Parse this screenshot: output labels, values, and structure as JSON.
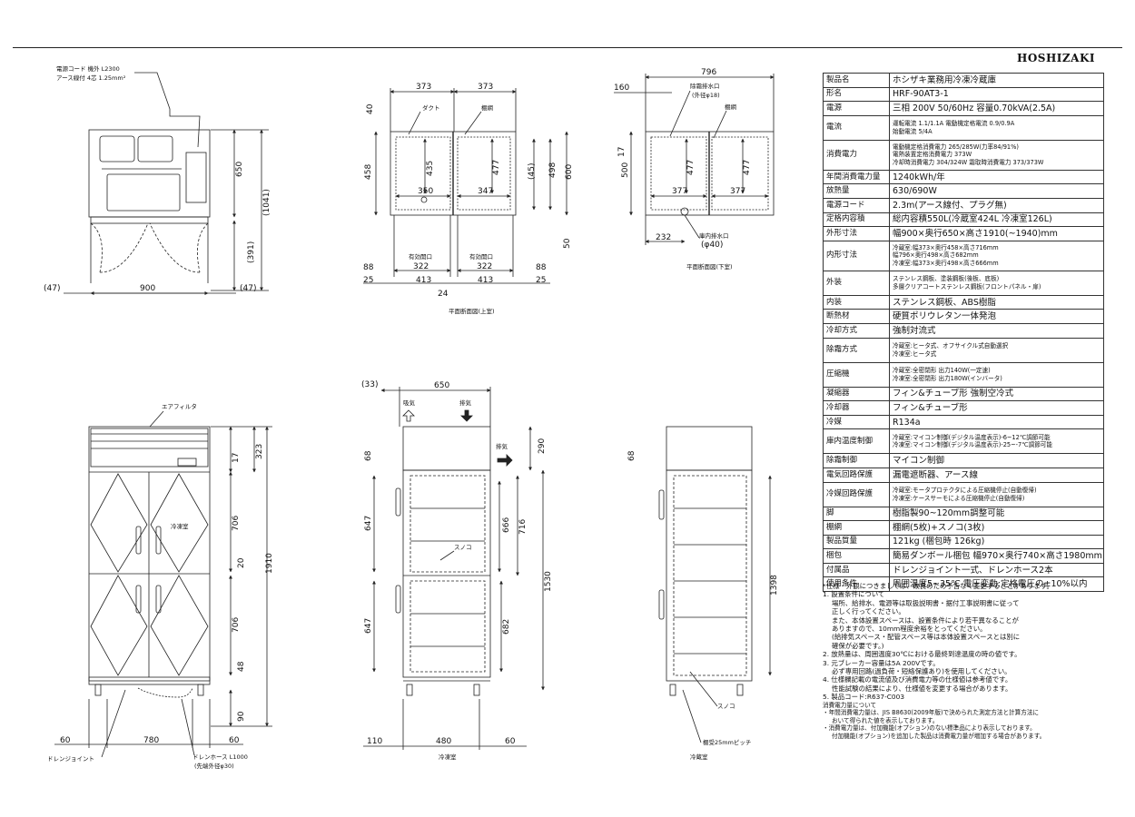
{
  "brand": "HOSHIZAKI",
  "spec_rows": [
    {
      "k": "製品名",
      "v": [
        "ホシザキ業務用冷凍冷蔵庫"
      ]
    },
    {
      "k": "形名",
      "v": [
        "HRF-90AT3-1"
      ]
    },
    {
      "k": "電源",
      "v": [
        "三相 200V 50/60Hz 容量0.70kVA(2.5A)"
      ]
    },
    {
      "k": "電流",
      "v": [
        "運転電流 1.1/1.1A 電動機定格電流 0.9/0.9A",
        "始動電流 5/4A"
      ]
    },
    {
      "k": "消費電力",
      "v": [
        "電動機定格消費電力 265/285W(力率84/91%)",
        "電熱装置定格消費電力 373W",
        "冷却時消費電力 304/324W 霜取時消費電力 373/373W"
      ]
    },
    {
      "k": "年間消費電力量",
      "v": [
        "1240kWh/年"
      ]
    },
    {
      "k": "放熱量",
      "v": [
        "630/690W"
      ]
    },
    {
      "k": "電源コード",
      "v": [
        "2.3m(アース線付、プラグ無)"
      ]
    },
    {
      "k": "定格内容積",
      "v": [
        "総内容積550L(冷蔵室424L 冷凍室126L)"
      ]
    },
    {
      "k": "外形寸法",
      "v": [
        "幅900×奥行650×高さ1910(~1940)mm"
      ]
    },
    {
      "k": "内形寸法",
      "v": [
        "冷蔵室:幅373×奥行458×高さ716mm",
        "幅796×奥行498×高さ682mm",
        "冷凍室:幅373×奥行498×高さ666mm"
      ]
    },
    {
      "k": "外装",
      "v": [
        "ステンレス鋼板、塗装鋼板(後板、底板)",
        "多層クリアコートステンレス鋼板(フロントパネル・扉)"
      ]
    },
    {
      "k": "内装",
      "v": [
        "ステンレス鋼板、ABS樹脂"
      ]
    },
    {
      "k": "断熱材",
      "v": [
        "硬質ポリウレタン一体発泡"
      ]
    },
    {
      "k": "冷却方式",
      "v": [
        "強制対流式"
      ]
    },
    {
      "k": "除霜方式",
      "v": [
        "冷蔵室:ヒータ式、オフサイクル式自動選択",
        "冷凍室:ヒータ式"
      ]
    },
    {
      "k": "圧縮機",
      "v": [
        "冷蔵室:全密閉形 出力140W(一定速)",
        "冷凍室:全密閉形 出力180W(インバータ)"
      ]
    },
    {
      "k": "凝縮器",
      "v": [
        "フィン&チューブ形 強制空冷式"
      ]
    },
    {
      "k": "冷却器",
      "v": [
        "フィン&チューブ形"
      ]
    },
    {
      "k": "冷媒",
      "v": [
        "R134a"
      ]
    },
    {
      "k": "庫内温度制御",
      "v": [
        "冷蔵室:マイコン制御(デジタル温度表示)-6~12℃調節可能",
        "冷凍室:マイコン制御(デジタル温度表示)-25~-7℃調節可能"
      ]
    },
    {
      "k": "除霜制御",
      "v": [
        "マイコン制御"
      ]
    },
    {
      "k": "電気回路保護",
      "v": [
        "漏電遮断器、アース線"
      ]
    },
    {
      "k": "冷媒回路保護",
      "v": [
        "冷蔵室:モータプロテクタによる圧縮機停止(自動復帰)",
        "冷凍室:ケースサーモによる圧縮機停止(自動復帰)"
      ]
    },
    {
      "k": "脚",
      "v": [
        "樹脂製90~120mm調整可能"
      ]
    },
    {
      "k": "棚網",
      "v": [
        "棚網(5枚)+スノコ(3枚)"
      ]
    },
    {
      "k": "製品質量",
      "v": [
        "121kg (梱包時 126kg)"
      ]
    },
    {
      "k": "梱包",
      "v": [
        "簡易ダンボール梱包 幅970×奥行740×高さ1980mm"
      ]
    },
    {
      "k": "付属品",
      "v": [
        "ドレンジョイント一式、ドレンホース2本"
      ]
    },
    {
      "k": "使用条件",
      "v": [
        "周囲温度5~35℃ 電圧変動:定格電圧の±10%以内"
      ]
    }
  ],
  "notes": [
    {
      "t": "*仕様・外観につきましては、改良のため予告なく変更することがあります。",
      "c": ""
    },
    {
      "t": "1. 設置条件について",
      "c": ""
    },
    {
      "t": "場所、給排水、電源等は取扱説明書・据付工事説明書に従って",
      "c": "ind"
    },
    {
      "t": "正しく行ってください。",
      "c": "ind"
    },
    {
      "t": "また、本体設置スペースは、設置条件により若干異なることが",
      "c": "ind"
    },
    {
      "t": "ありますので、10mm程度余裕をとってください。",
      "c": "ind"
    },
    {
      "t": "(給排気スペース・配管スペース等は本体設置スペースとは別に",
      "c": "ind"
    },
    {
      "t": "確保が必要です。)",
      "c": "ind"
    },
    {
      "t": "2. 放熱量は、周囲温度30℃における最終到達温度の時の値です。",
      "c": ""
    },
    {
      "t": "3. 元ブレーカー容量は5A 200Vです。",
      "c": ""
    },
    {
      "t": "必ず専用回路(過負荷・短絡保護あり)を使用してください。",
      "c": "ind"
    },
    {
      "t": "4. 仕様欄記載の電流値及び消費電力等の仕様値は参考値です。",
      "c": ""
    },
    {
      "t": "性能試験の結果により、仕様値を変更する場合があります。",
      "c": "ind"
    },
    {
      "t": "5. 製品コード:R637-C003",
      "c": ""
    },
    {
      "t": "消費電力量について",
      "c": "sm"
    },
    {
      "t": "・年間消費電力量は、JIS B8630(2009年版)で決められた測定方法と計算方法に",
      "c": "sm"
    },
    {
      "t": "おいて得られた値を表示しております。",
      "c": "sm ind"
    },
    {
      "t": "・消費電力量は、付加機能(オプション)のない標準品により表示しております。",
      "c": "sm"
    },
    {
      "t": "付加機能(オプション)を追加した製品は消費電力量が増加する場合があります。",
      "c": "sm ind"
    }
  ],
  "drawing": {
    "rear": {
      "cord1": "電源コード 機外 L2300",
      "cord2": "アース線付 4芯 1.25mm²",
      "d_650": "650",
      "d_1041": "(1041)",
      "d_391": "(391)",
      "d_47l": "(47)",
      "d_900": "900",
      "d_47r": "(47)"
    },
    "top": {
      "d_373a": "373",
      "d_373b": "373",
      "d_40": "40",
      "duct": "ダクト",
      "shelf": "棚網",
      "d_458": "458",
      "d_435": "435",
      "d_350": "350",
      "d_477a": "477",
      "d_347": "347",
      "d_45": "(45)",
      "d_498": "498",
      "d_600": "600",
      "d_50": "50",
      "open1": "有効開口",
      "d_322a": "322",
      "open2": "有効開口",
      "d_322b": "322",
      "d_88l": "88",
      "d_88r": "88",
      "d_25l": "25",
      "d_413a": "413",
      "d_413b": "413",
      "d_25r": "25",
      "d_24": "24",
      "caption": "平面断面図(上室)"
    },
    "low": {
      "d_796": "796",
      "d_160": "160",
      "drain1": "除霜排水口",
      "drain1b": "(外径φ18)",
      "shelf": "棚網",
      "d_500": "500",
      "d_17": "17",
      "d_477a": "477",
      "d_477b": "477",
      "d_377a": "377",
      "d_377b": "377",
      "d_232": "232",
      "drain2": "庫内排水口",
      "drain2b": "(φ40)",
      "caption": "平面断面図(下室)"
    },
    "front": {
      "air": "エアフィルタ",
      "freezer": "冷凍室",
      "d_17": "17",
      "d_323": "323",
      "d_706a": "706",
      "d_20": "20",
      "d_1910": "1910",
      "d_706b": "706",
      "d_48": "48",
      "d_90": "90",
      "d_60l": "60",
      "d_780": "780",
      "d_60r": "60",
      "joint": "ドレンジョイント",
      "hose": "ドレンホース L1000",
      "hose2": "(先端外径φ30)"
    },
    "side": {
      "d_33": "(33)",
      "d_650": "650",
      "intake": "吸気",
      "exhaust1": "排気",
      "exhaust2": "排気",
      "d_290": "290",
      "d_68": "68",
      "d_647a": "647",
      "d_666": "666",
      "d_716": "716",
      "sunoko": "スノコ",
      "d_1530": "1530",
      "d_647b": "647",
      "d_682": "682",
      "d_110": "110",
      "d_480": "480",
      "d_60": "60",
      "caption": "冷凍室"
    },
    "right": {
      "d_68": "68",
      "d_1398": "1398",
      "sunoko": "スノコ",
      "pitch": "棚受25mmピッチ",
      "caption": "冷蔵室"
    }
  }
}
